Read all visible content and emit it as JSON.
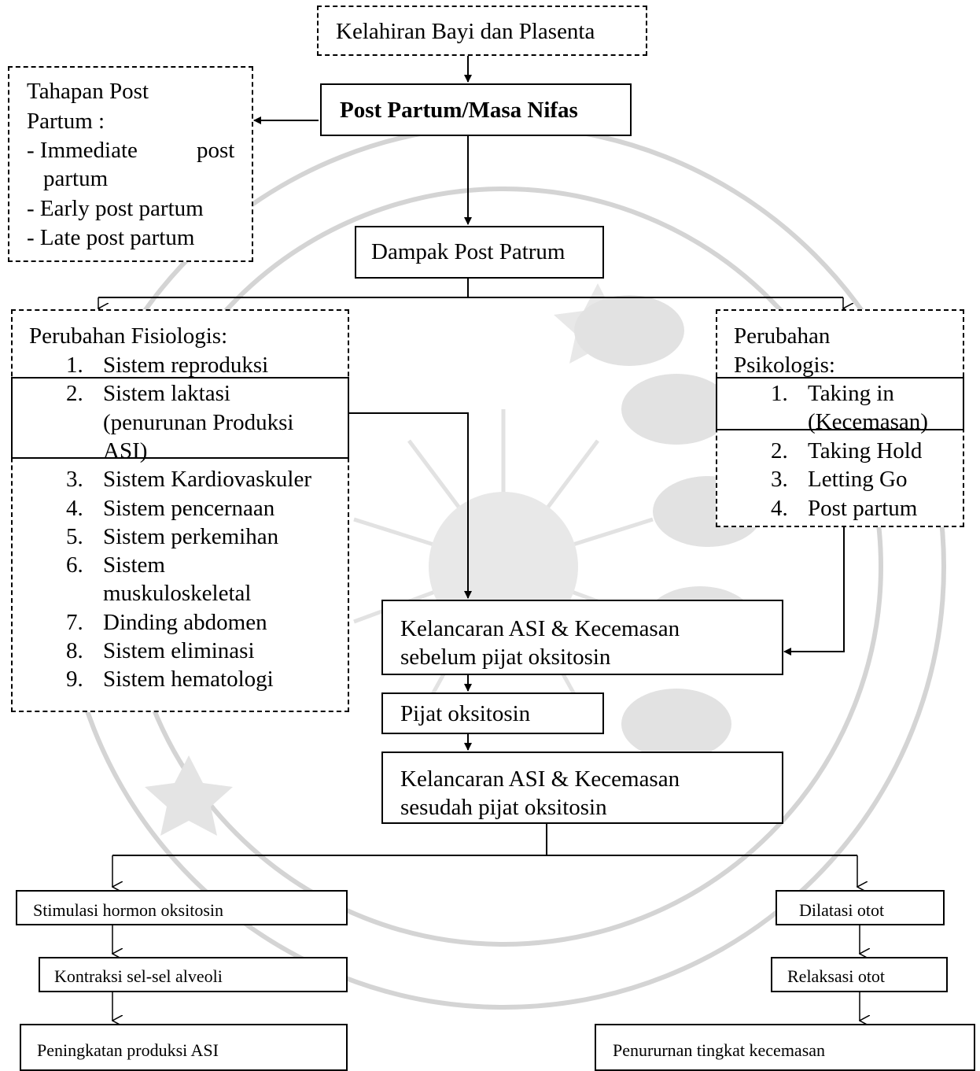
{
  "diagram": {
    "top_box": "Kelahiran Bayi dan Plasenta",
    "post_partum": "Post Partum/Masa Nifas",
    "tahapan": {
      "title_1": "Tahapan Post",
      "title_2": "Partum :",
      "item_1a": "- Immediate",
      "item_1b": "post",
      "item_1c": "partum",
      "item_2": "- Early post partum",
      "item_3": "- Late post partum"
    },
    "dampak": "Dampak Post Patrum",
    "fisiologis": {
      "title": "Perubahan Fisiologis:",
      "items": [
        {
          "num": "1.",
          "lines": [
            "Sistem reproduksi"
          ]
        },
        {
          "num": "2.",
          "lines": [
            "Sistem laktasi",
            "(penurunan Produksi",
            "ASI)"
          ]
        },
        {
          "num": "3.",
          "lines": [
            "Sistem Kardiovaskuler"
          ]
        },
        {
          "num": "4.",
          "lines": [
            "Sistem pencernaan"
          ]
        },
        {
          "num": "5.",
          "lines": [
            "Sistem perkemihan"
          ]
        },
        {
          "num": "6.",
          "lines": [
            "Sistem",
            "muskuloskeletal"
          ]
        },
        {
          "num": "7.",
          "lines": [
            "Dinding abdomen"
          ]
        },
        {
          "num": "8.",
          "lines": [
            "Sistem eliminasi"
          ]
        },
        {
          "num": "9.",
          "lines": [
            "Sistem hematologi"
          ]
        }
      ]
    },
    "psikologis": {
      "title_1": "Perubahan",
      "title_2": "Psikologis:",
      "items": [
        {
          "num": "1.",
          "lines": [
            "Taking in",
            "(Kecemasan)"
          ]
        },
        {
          "num": "2.",
          "lines": [
            "Taking Hold"
          ]
        },
        {
          "num": "3.",
          "lines": [
            "Letting Go"
          ]
        },
        {
          "num": "4.",
          "lines": [
            "Post partum"
          ]
        }
      ]
    },
    "sebelum": [
      "Kelancaran ASI & Kecemasan",
      "sebelum pijat oksitosin"
    ],
    "pijat": "Pijat oksitosin",
    "sesudah": [
      "Kelancaran ASI & Kecemasan",
      "sesudah pijat oksitosin"
    ],
    "left_chain": [
      "Stimulasi hormon oksitosin",
      "Kontraksi sel-sel alveoli",
      "Peningkatan produksi ASI"
    ],
    "right_chain": [
      "Dilatasi otot",
      "Relaksasi otot",
      "Penururnan tingkat kecemasan"
    ]
  }
}
